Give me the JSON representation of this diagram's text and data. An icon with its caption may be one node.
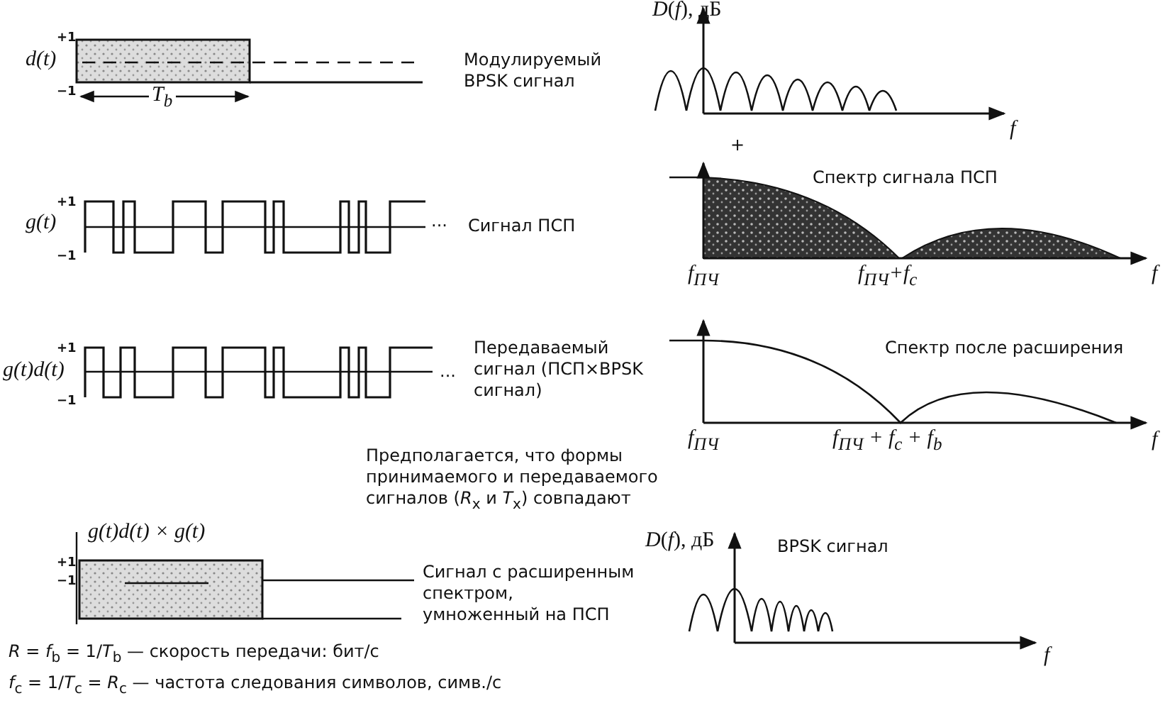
{
  "diagram": {
    "labels": [
      "+1",
      "d(t)",
      "−1",
      "*T*$_{b}$",
      "Модулируемый BPSK сигнал",
      "*D*(*f*), дБ",
      "f",
      "+",
      "+1",
      "g(t)",
      "−1",
      "···",
      "Сигнал ПСП",
      "Спектр сигнала ПСП",
      "*f*$_{ПЧ}$",
      "*f*$_{ПЧ}$+*f*$_{c}$",
      "f",
      "+1",
      "g(t)d(t)",
      "−1",
      "···",
      "Передаваемый сигнал (ПСП×BPSK сигнал)",
      "Спектр после расширения",
      "*f*$_{ПЧ}$",
      "*f*$_{ПЧ}$ + *f*$_{c}$ + *f*$_{b}$",
      "f",
      "Предполагается, что формы принимаемого и передаваемого сигналов (*R*$_{x}$ и *T*$_{x}$) совпадают",
      "g(t)d(t) × g(t)",
      "+1",
      "−1",
      "Сигнал с расширенным спектром, умноженный на ПСП",
      "*D*(*f*), дБ",
      "BPSK сигнал",
      "*R* = *f*$_{b}$ = 1/*T*$_{b}$ — скорость передачи: бит/с",
      "f",
      "*f*$_{c}$ = 1/*T*$_{c}$ = *R*$_{c}$ — частота следования символов, симв./с"
    ]
  }
}
